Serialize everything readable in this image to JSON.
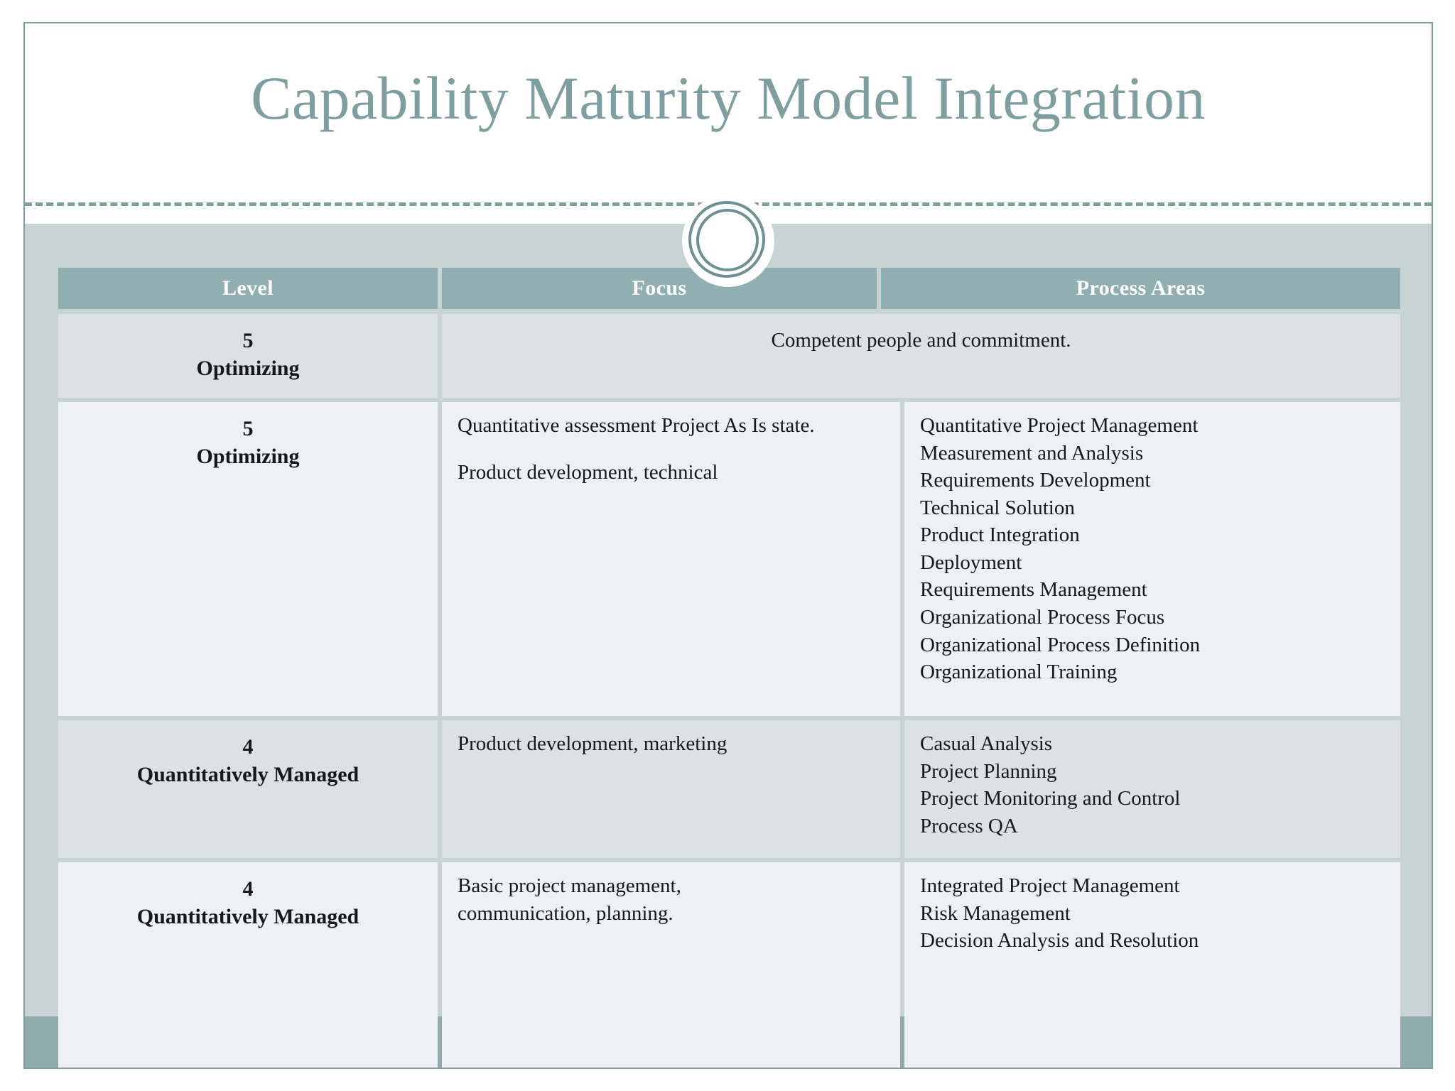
{
  "slide": {
    "title": "Capability Maturity Model Integration",
    "ornament_icon": "double-circle-ornament"
  },
  "colors": {
    "accent_teal": "#7e9ea0",
    "header_fill": "#91aeb0",
    "band_fill": "#c8d3d4",
    "bottom_band": "#8eaaab",
    "row_dark": "#dce1e3",
    "row_light": "#eef0f3",
    "title_text": "#7e9ea0",
    "body_text": "#17181a"
  },
  "table": {
    "columns": [
      "Level",
      "Focus",
      "Process Areas"
    ],
    "rows": [
      {
        "level_number": "5",
        "level_name": "Optimizing",
        "merged": true,
        "merged_text": "Competent people and commitment.",
        "focus": [],
        "process_areas": []
      },
      {
        "level_number": "5",
        "level_name": "Optimizing",
        "merged": false,
        "focus": [
          "Quantitative assessment Project As Is state.",
          "",
          "Product development, technical"
        ],
        "process_areas": [
          "Quantitative Project Management",
          "Measurement and Analysis",
          "Requirements Development",
          "Technical Solution",
          "Product Integration",
          "Deployment",
          "Requirements Management",
          "Organizational Process Focus",
          "Organizational Process Definition",
          "Organizational Training"
        ]
      },
      {
        "level_number": "4",
        "level_name": "Quantitatively Managed",
        "merged": false,
        "focus": [
          "Product development, marketing"
        ],
        "process_areas": [
          "Casual Analysis",
          "Project Planning",
          "Project Monitoring and Control",
          "Process QA"
        ]
      },
      {
        "level_number": "4",
        "level_name": "Quantitatively Managed",
        "merged": false,
        "focus": [
          "Basic project  management,",
          "communication, planning."
        ],
        "process_areas": [
          "Integrated Project Management",
          "Risk Management",
          "Decision Analysis and Resolution"
        ]
      }
    ]
  }
}
